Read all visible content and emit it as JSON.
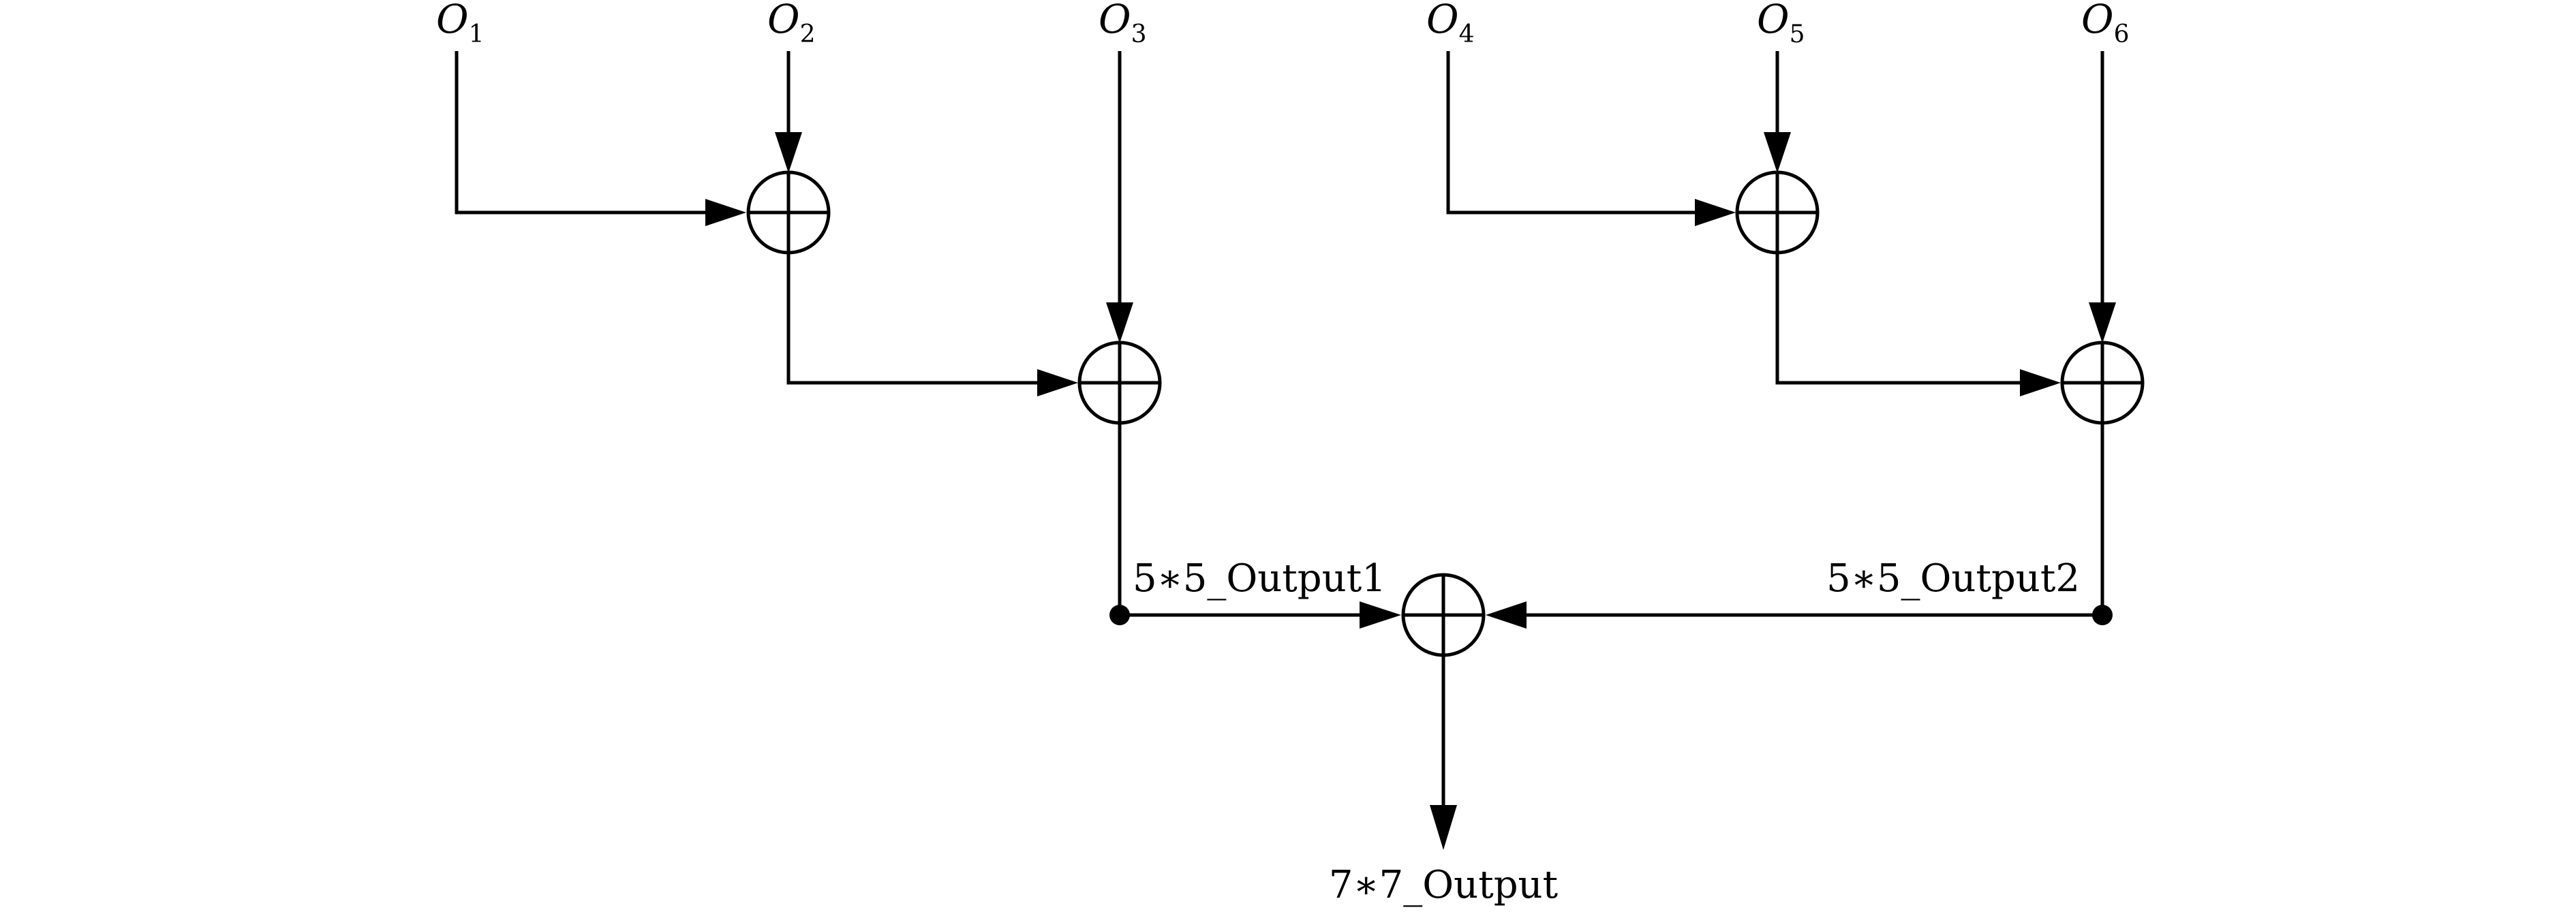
{
  "inputs": [
    {
      "symbol": "O",
      "sub": "1"
    },
    {
      "symbol": "O",
      "sub": "2"
    },
    {
      "symbol": "O",
      "sub": "3"
    },
    {
      "symbol": "O",
      "sub": "4"
    },
    {
      "symbol": "O",
      "sub": "5"
    },
    {
      "symbol": "O",
      "sub": "6"
    }
  ],
  "labels": {
    "output1": "5∗5_Output1",
    "output2": "5∗5_Output2",
    "final": "7∗7_Output"
  },
  "colors": {
    "stroke": "#000000",
    "background": "#ffffff"
  },
  "node_symbol": "circled-plus-icon"
}
